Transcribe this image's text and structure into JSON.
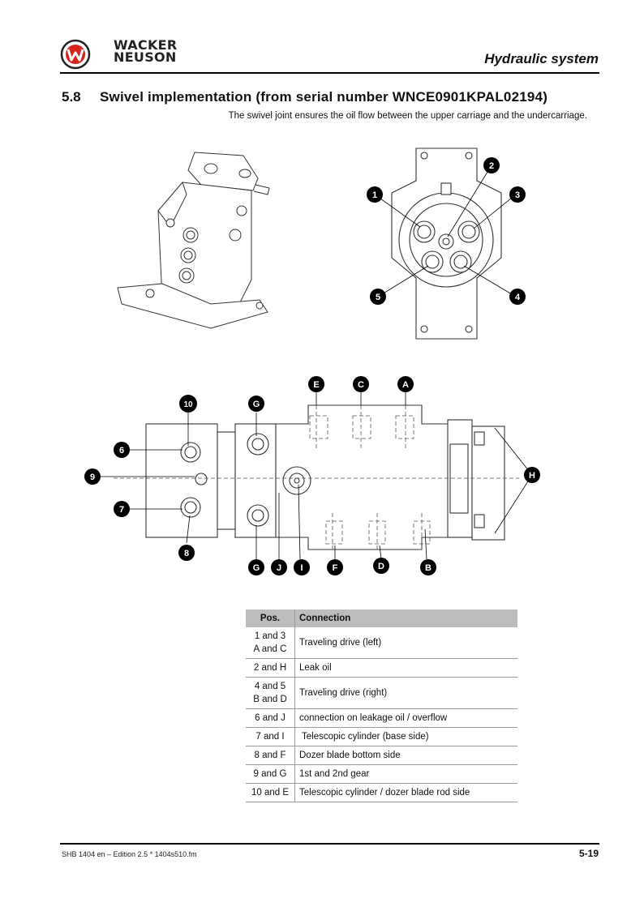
{
  "header": {
    "brand_line1": "WACKER",
    "brand_line2": "NEUSON",
    "section": "Hydraulic system"
  },
  "section": {
    "number": "5.8",
    "title": "Swivel implementation (from serial number WNCE0901KPAL02194)",
    "intro": "The swivel joint ensures the oil flow between the upper carriage and the undercarriage."
  },
  "figure_top": {
    "callouts": [
      "1",
      "2",
      "3",
      "4",
      "5"
    ]
  },
  "figure_bottom": {
    "callouts": [
      "E",
      "C",
      "A",
      "10",
      "G",
      "6",
      "9",
      "H",
      "7",
      "8",
      "G",
      "J",
      "I",
      "F",
      "D",
      "B"
    ]
  },
  "table": {
    "headers": [
      "Pos.",
      "Connection"
    ],
    "rows": [
      {
        "pos": "1 and 3\nA and C",
        "connection": "Traveling drive (left)"
      },
      {
        "pos": "2 and H",
        "connection": "Leak oil"
      },
      {
        "pos": "4 and 5\nB and D",
        "connection": "Traveling drive (right)"
      },
      {
        "pos": "6 and J",
        "connection": "connection on leakage oil / overflow"
      },
      {
        "pos": "7 and I",
        "connection": " Telescopic cylinder (base side)"
      },
      {
        "pos": "8 and F",
        "connection": "Dozer blade bottom side"
      },
      {
        "pos": "9 and G",
        "connection": "1st and 2nd gear"
      },
      {
        "pos": "10 and E",
        "connection": "Telescopic cylinder / dozer blade rod side"
      }
    ]
  },
  "footer": {
    "left": "SHB 1404 en – Edition 2.5 * 1404s510.fm",
    "page": "5-19"
  }
}
